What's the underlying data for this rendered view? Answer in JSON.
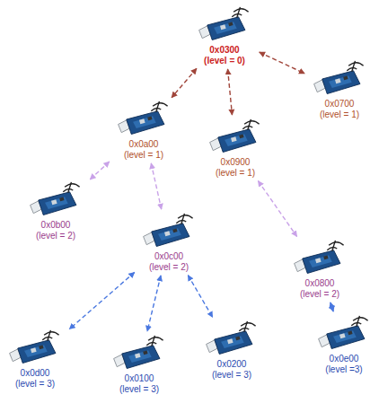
{
  "diagram": {
    "nodes": [
      {
        "text": [
          "0x0300",
          "(level = 0)"
        ]
      },
      {
        "text": [
          "0x0a00",
          "(level = 1)"
        ]
      },
      {
        "text": [
          "0x0900",
          "(level = 1)"
        ]
      },
      {
        "text": [
          "0x0700",
          "(level = 1)"
        ]
      },
      {
        "text": [
          "0x0b00",
          "(level = 2)"
        ]
      },
      {
        "text": [
          "0x0c00",
          "(level = 2)"
        ]
      },
      {
        "text": [
          "0x0800",
          "(level = 2)"
        ]
      },
      {
        "text": [
          "0x0d00",
          "(level = 3)"
        ]
      },
      {
        "text": [
          "0x0100",
          "(level = 3)"
        ]
      },
      {
        "text": [
          "0x0200",
          "(level = 3)"
        ]
      },
      {
        "text": [
          "0x0e00",
          "(level =3)"
        ]
      }
    ],
    "edges": [
      {
        "from": 0,
        "to": 1,
        "arrow": "both"
      },
      {
        "from": 0,
        "to": 2,
        "arrow": "both"
      },
      {
        "from": 0,
        "to": 3,
        "arrow": "both"
      },
      {
        "from": 1,
        "to": 4,
        "arrow": "both"
      },
      {
        "from": 1,
        "to": 5,
        "arrow": "both"
      },
      {
        "from": 2,
        "to": 6,
        "arrow": "both"
      },
      {
        "from": 5,
        "to": 7,
        "arrow": "both"
      },
      {
        "from": 5,
        "to": 8,
        "arrow": "both"
      },
      {
        "from": 5,
        "to": 9,
        "arrow": "both"
      },
      {
        "from": 6,
        "to": 10,
        "arrow": "both"
      }
    ]
  }
}
